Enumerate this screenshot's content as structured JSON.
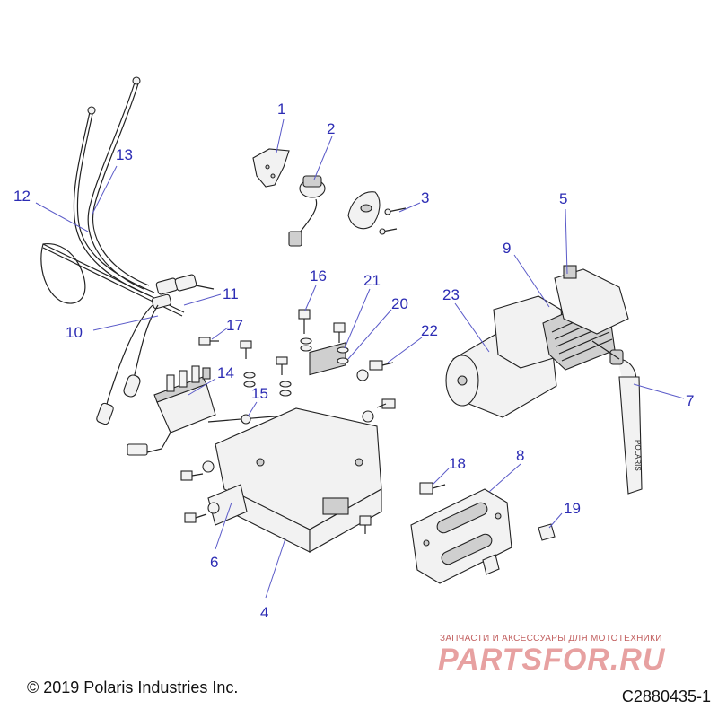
{
  "diagram": {
    "callouts": [
      {
        "id": "c1",
        "label": "1"
      },
      {
        "id": "c2",
        "label": "2"
      },
      {
        "id": "c3",
        "label": "3"
      },
      {
        "id": "c4",
        "label": "4"
      },
      {
        "id": "c5",
        "label": "5"
      },
      {
        "id": "c6",
        "label": "6"
      },
      {
        "id": "c7",
        "label": "7"
      },
      {
        "id": "c8",
        "label": "8"
      },
      {
        "id": "c9",
        "label": "9"
      },
      {
        "id": "c10",
        "label": "10"
      },
      {
        "id": "c11",
        "label": "11"
      },
      {
        "id": "c12",
        "label": "12"
      },
      {
        "id": "c13",
        "label": "13"
      },
      {
        "id": "c14",
        "label": "14"
      },
      {
        "id": "c15",
        "label": "15"
      },
      {
        "id": "c16",
        "label": "16"
      },
      {
        "id": "c17",
        "label": "17"
      },
      {
        "id": "c18",
        "label": "18"
      },
      {
        "id": "c19",
        "label": "19"
      },
      {
        "id": "c20",
        "label": "20"
      },
      {
        "id": "c21",
        "label": "21"
      },
      {
        "id": "c22",
        "label": "22"
      },
      {
        "id": "c23",
        "label": "23"
      }
    ],
    "winch_strap_text": "POLARIS"
  },
  "footer": {
    "copyright": "© 2019 Polaris Industries Inc.",
    "diagram_id": "C2880435-1"
  },
  "watermark": {
    "tagline": "ЗАПЧАСТИ И АКСЕССУАРЫ ДЛЯ МОТОТЕХНИКИ",
    "brand": "PARTSFOR.RU"
  },
  "colors": {
    "callout": "#2c2cb4",
    "watermark": "#e7a1a1"
  }
}
